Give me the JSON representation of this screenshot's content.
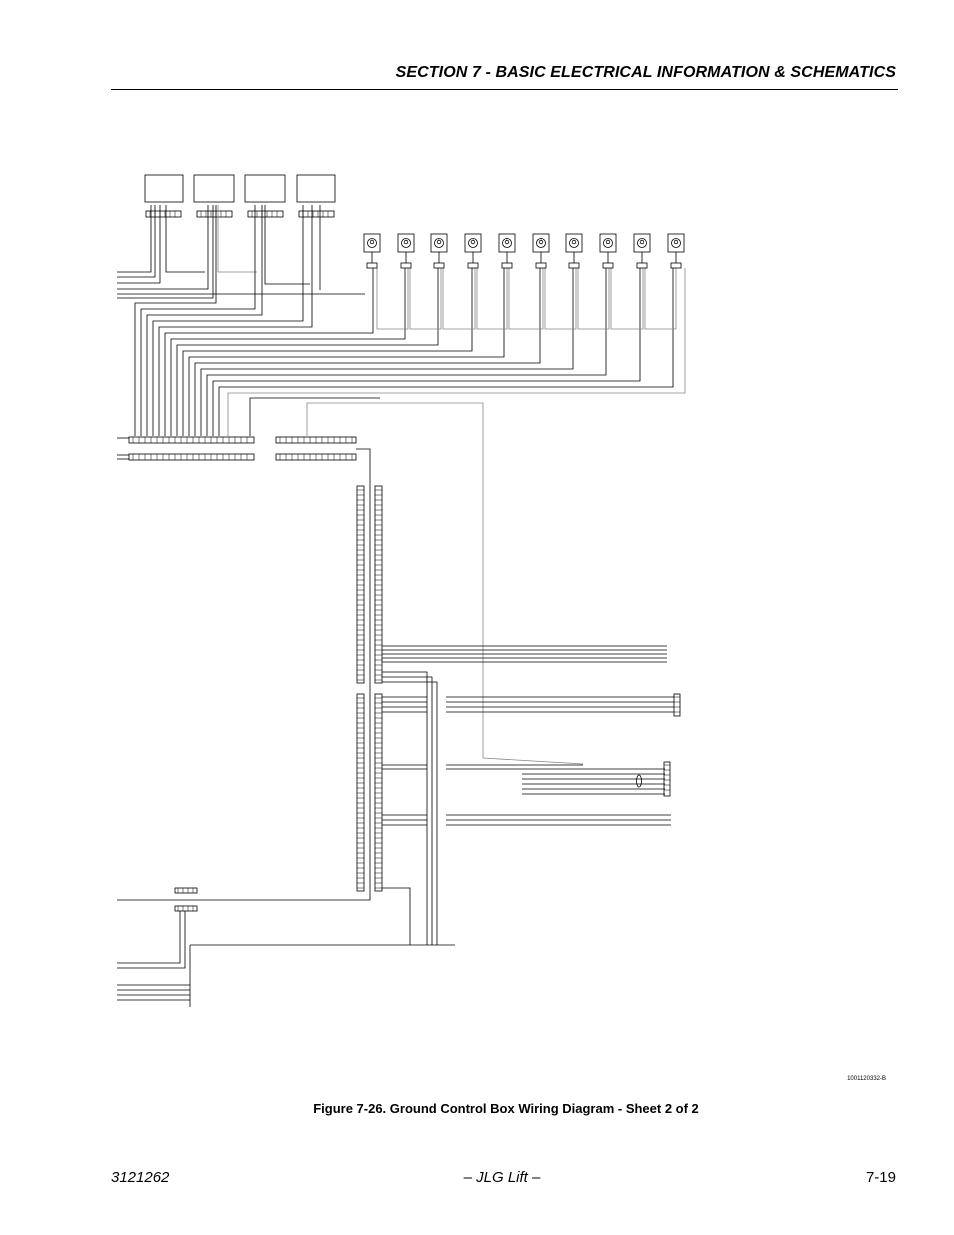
{
  "header": {
    "section_title": "SECTION 7 - BASIC ELECTRICAL INFORMATION & SCHEMATICS"
  },
  "diagram": {
    "drawing_number": "1001120332-B"
  },
  "figure": {
    "caption": "Figure 7-26.  Ground Control Box Wiring Diagram - Sheet 2 of 2"
  },
  "footer": {
    "doc_number": "3121262",
    "publisher": "– JLG Lift –",
    "page_number": "7-19"
  }
}
